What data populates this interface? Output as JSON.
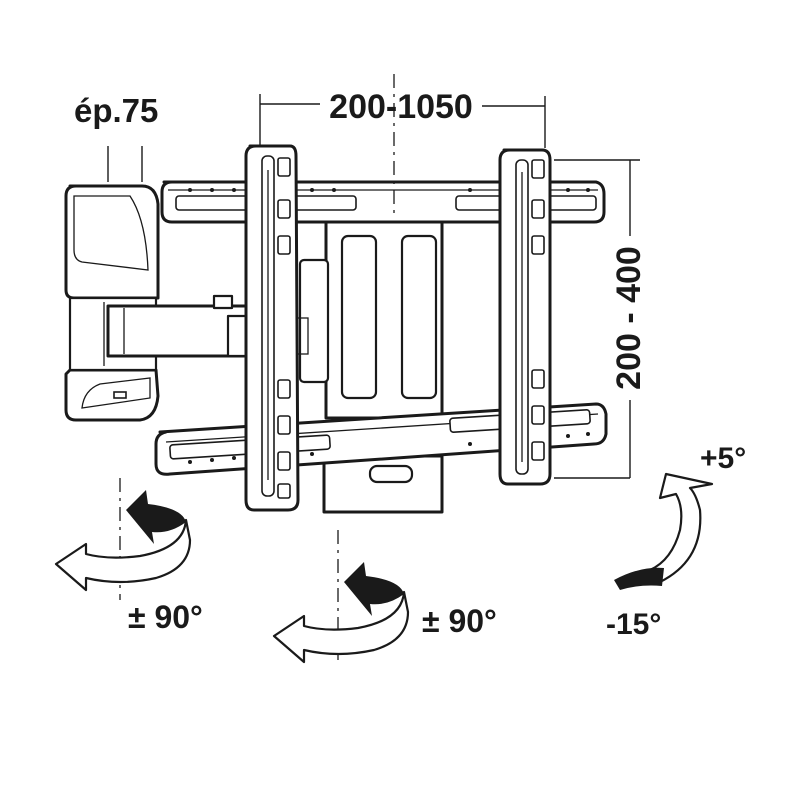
{
  "dimensions": {
    "depth_label": "ép.75",
    "width_label": "200-1050",
    "height_label": "200 - 400"
  },
  "rotations": {
    "swivel_left": "± 90°",
    "swivel_right": "± 90°",
    "tilt_up": "+5°",
    "tilt_down": "-15°"
  }
}
